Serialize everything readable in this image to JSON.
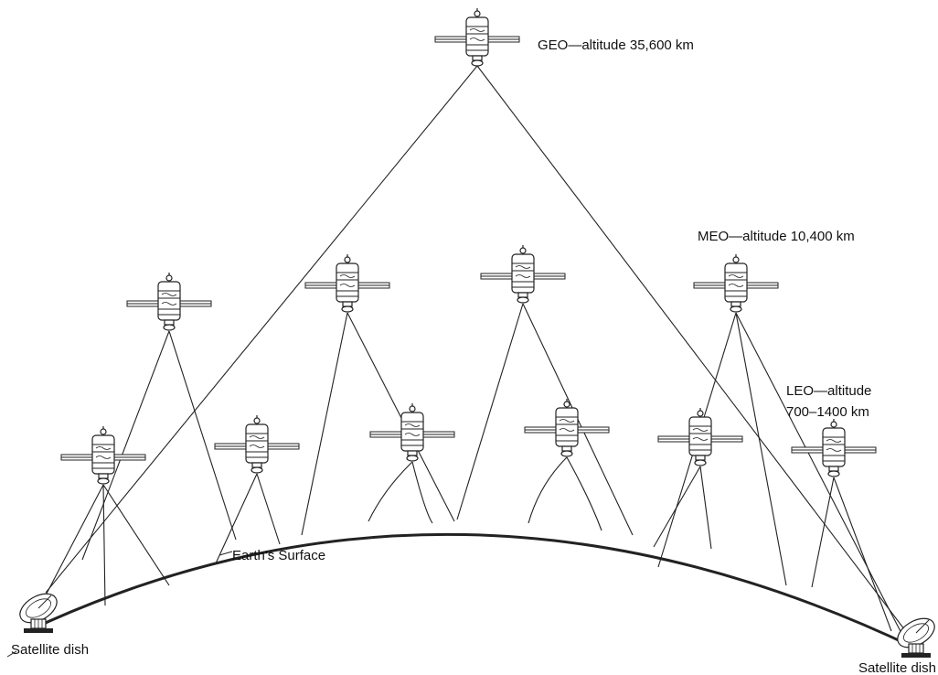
{
  "labels": {
    "geo": "GEO—altitude 35,600 km",
    "meo": "MEO—altitude 10,400 km",
    "leo_line1": "LEO—altitude",
    "leo_line2": "700–1400 km",
    "earth_surface": "Earth's Surface",
    "dish_left": "Satellite dish",
    "dish_right": "Satellite dish"
  },
  "icons": [
    "satellite-icon",
    "satellite-dish-icon"
  ],
  "colors": {
    "ink": "#222222",
    "background": "#ffffff"
  }
}
